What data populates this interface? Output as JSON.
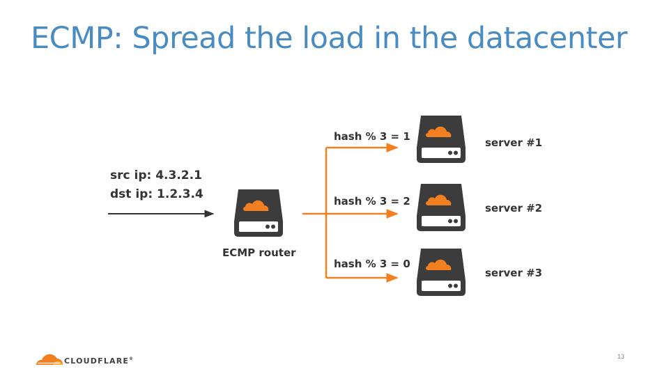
{
  "slide": {
    "title": "ECMP: Spread the load in the datacenter",
    "page_number": "13"
  },
  "packet": {
    "src": "src ip: 4.3.2.1",
    "dst": "dst ip: 1.2.3.4"
  },
  "router": {
    "label": "ECMP router",
    "icon": "server-cloud-icon"
  },
  "routes": [
    {
      "label": "hash % 3 = 1",
      "server": "server #1"
    },
    {
      "label": "hash % 3 = 2",
      "server": "server #2"
    },
    {
      "label": "hash % 3 = 0",
      "server": "server #3"
    }
  ],
  "logo": {
    "text": "CLOUDFLARE",
    "trademark": "®"
  },
  "colors": {
    "title": "#4A8BC2",
    "accent": "#F38020",
    "device": "#3C3C3C",
    "text": "#333333"
  }
}
